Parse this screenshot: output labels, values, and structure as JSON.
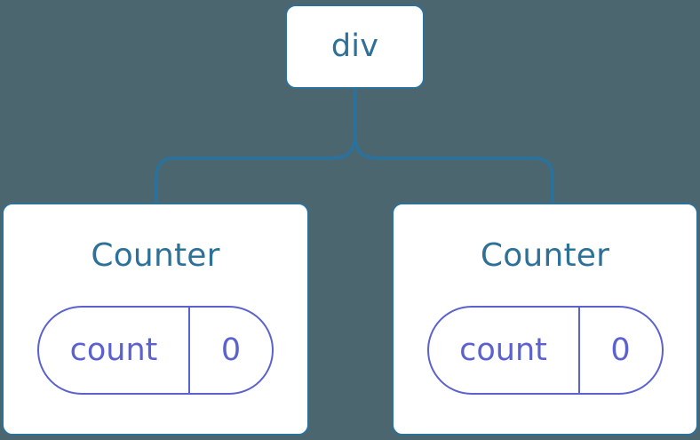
{
  "diagram": {
    "background_color": "#4c6670",
    "node_border_color": "#2d7098",
    "node_text_color": "#2d7098",
    "state_color": "#5b62d0",
    "connector_color": "#2d7098"
  },
  "root": {
    "label": "div"
  },
  "children": [
    {
      "title": "Counter",
      "state": {
        "key": "count",
        "value": "0"
      }
    },
    {
      "title": "Counter",
      "state": {
        "key": "count",
        "value": "0"
      }
    }
  ]
}
